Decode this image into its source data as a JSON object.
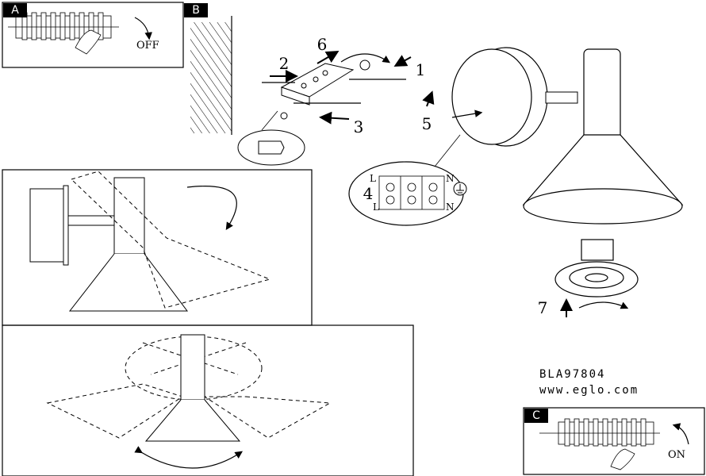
{
  "panels": {
    "a": {
      "tag": "A",
      "switch_label": "OFF"
    },
    "b": {
      "tag": "B"
    },
    "c": {
      "tag": "C",
      "switch_label": "ON"
    }
  },
  "steps": [
    "1",
    "2",
    "3",
    "4",
    "5",
    "6",
    "7"
  ],
  "terminal": {
    "left_top": "L",
    "right_top": "N",
    "left_bottom": "L",
    "right_bottom": "N"
  },
  "footer": {
    "model": "BLA97804",
    "website": "www.eglo.com"
  }
}
